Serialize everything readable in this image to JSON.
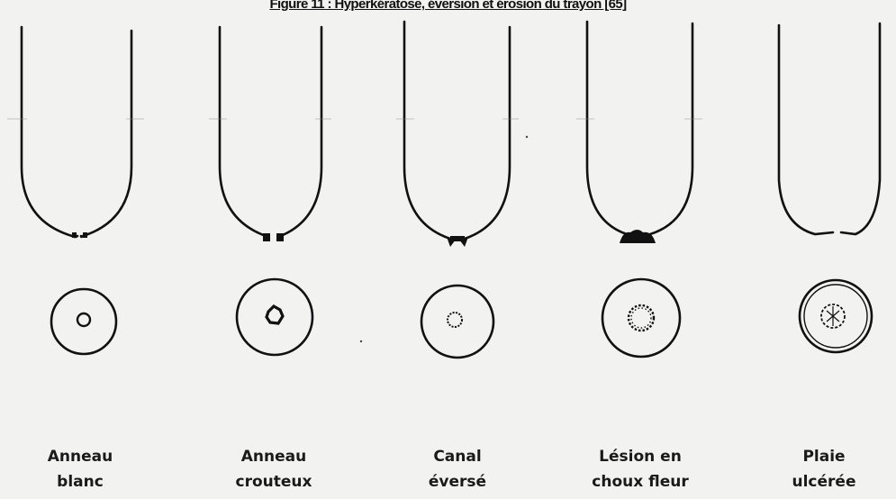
{
  "figure": {
    "title": "Figure 11 : Hyperkératose, éversion et érosion du trayon [65]",
    "stages": [
      {
        "line1": "Anneau",
        "line2": "blanc"
      },
      {
        "line1": "Anneau",
        "line2": "crouteux"
      },
      {
        "line1": "Canal",
        "line2": "éversé"
      },
      {
        "line1": "Lésion en",
        "line2": "choux fleur"
      },
      {
        "line1": "Plaie",
        "line2": "ulcérée"
      }
    ]
  }
}
